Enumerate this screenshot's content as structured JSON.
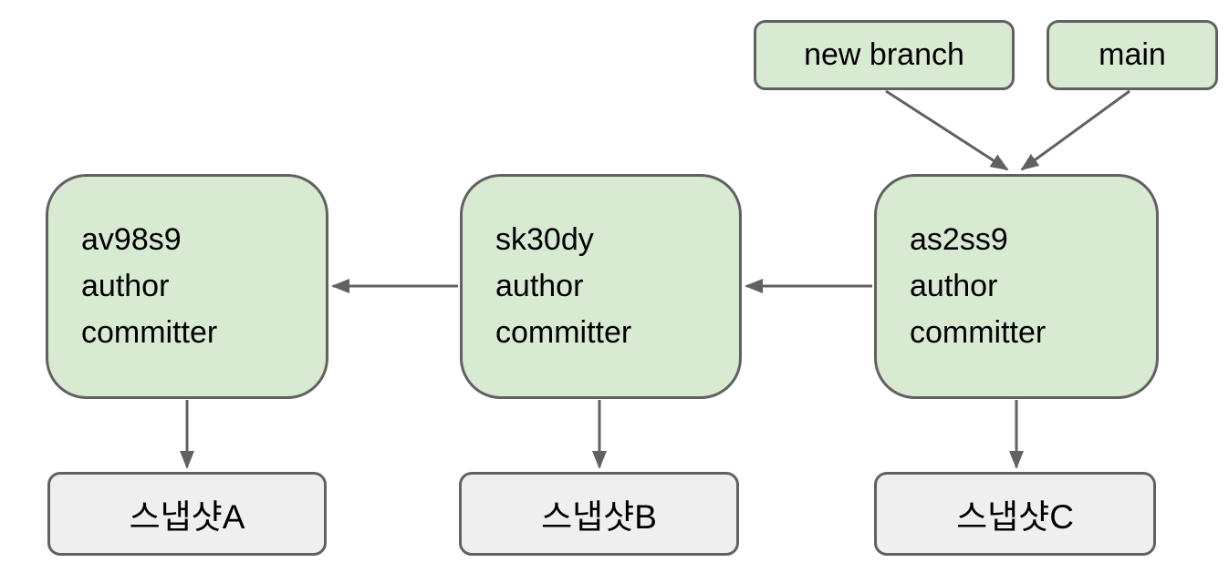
{
  "diagram": {
    "title_semantic": "git commit graph",
    "branches": [
      {
        "label": "new branch"
      },
      {
        "label": "main"
      }
    ],
    "commits": [
      {
        "hash": "av98s9",
        "author": "author",
        "committer": "committer",
        "snapshot": "스냅샷A"
      },
      {
        "hash": "sk30dy",
        "author": "author",
        "committer": "committer",
        "snapshot": "스냅샷B"
      },
      {
        "hash": "as2ss9",
        "author": "author",
        "committer": "committer",
        "snapshot": "스냅샷C"
      }
    ],
    "colors": {
      "commit_fill": "#d9ead3",
      "snapshot_fill": "#efefef",
      "stroke": "#616161",
      "text": "#000000"
    }
  }
}
